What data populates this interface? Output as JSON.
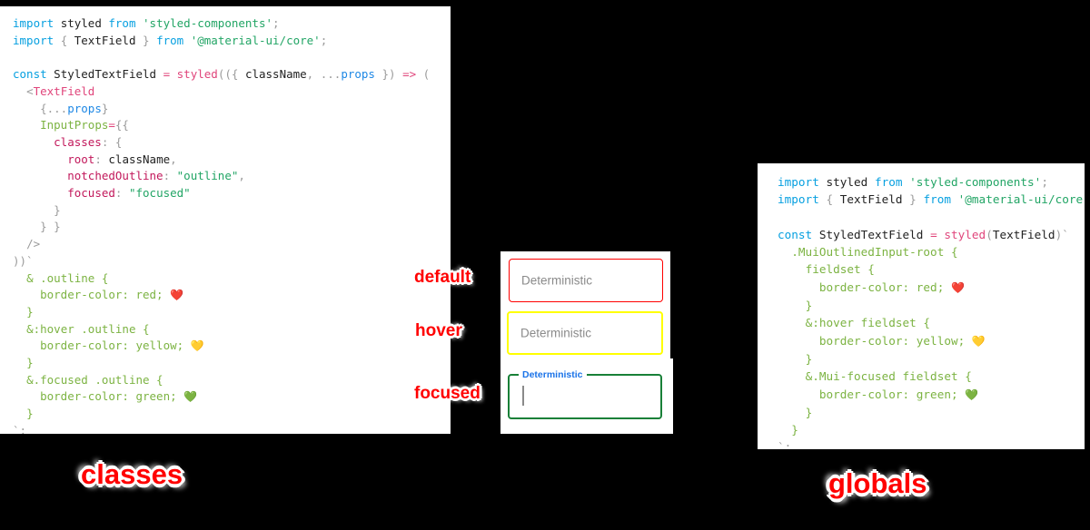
{
  "theme": {
    "background": "#000000",
    "panel_background": "#ffffff",
    "annotation_color": "#ff0000",
    "annotation_outline": "#ffffff",
    "default_border": "#ff0000",
    "hover_border": "#ffff00",
    "focused_border": "#188038",
    "label_color": "#1a73e8",
    "placeholder_color": "#8a8a8a"
  },
  "left_panel": {
    "caption": "classes",
    "code_lines": [
      "import styled from 'styled-components';",
      "import { TextField } from '@material-ui/core';",
      "",
      "const StyledTextField = styled(({ className, ...props }) => (",
      "  <TextField",
      "    {...props}",
      "    InputProps={{",
      "      classes: {",
      "        root: className,",
      "        notchedOutline: \"outline\",",
      "        focused: \"focused\"",
      "      }",
      "    } }",
      "  />",
      "))`",
      "  & .outline {",
      "    border-color: red; ❤️",
      "  }",
      "  &:hover .outline {",
      "    border-color: yellow; 💛",
      "  }",
      "  &.focused .outline {",
      "    border-color: green; 💚",
      "  }",
      "`;"
    ]
  },
  "right_panel": {
    "caption": "globals",
    "code_lines": [
      "import styled from 'styled-components';",
      "import { TextField } from '@material-ui/core';",
      "",
      "const StyledTextField = styled(TextField)`",
      "  .MuiOutlinedInput-root {",
      "    fieldset {",
      "      border-color: red; ❤️",
      "    }",
      "    &:hover fieldset {",
      "      border-color: yellow; 💛",
      "    }",
      "    &.Mui-focused fieldset {",
      "      border-color: green; 💚",
      "    }",
      "  }",
      "`;"
    ]
  },
  "demo": {
    "fields": [
      {
        "state": "default",
        "annotation": "default",
        "text": "Deterministic",
        "border_color": "#ff0000"
      },
      {
        "state": "hover",
        "annotation": "hover",
        "text": "Deterministic",
        "border_color": "#ffff00"
      },
      {
        "state": "focused",
        "annotation": "focused",
        "label": "Deterministic",
        "text": "",
        "border_color": "#188038"
      }
    ]
  }
}
